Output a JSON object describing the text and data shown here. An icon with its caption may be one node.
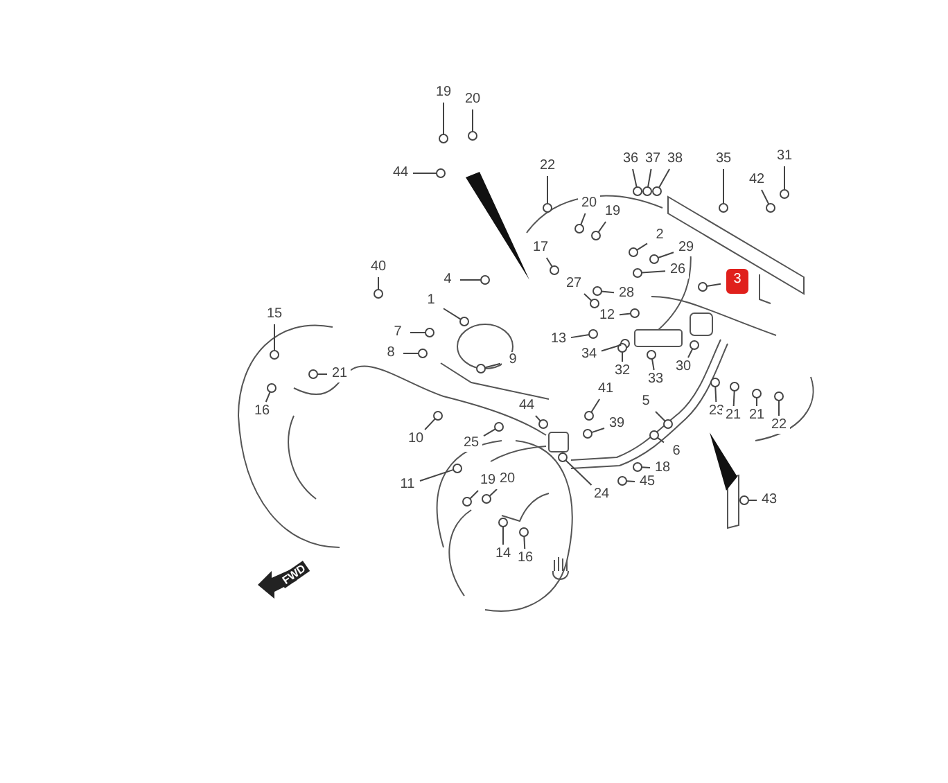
{
  "diagram": {
    "nodes": [
      {
        "text": [
          "19"
        ]
      },
      {
        "text": [
          "20"
        ]
      },
      {
        "text": [
          "44"
        ]
      },
      {
        "text": [
          "22"
        ]
      },
      {
        "text": [
          "36"
        ]
      },
      {
        "text": [
          "37"
        ]
      },
      {
        "text": [
          "38"
        ]
      },
      {
        "text": [
          "35"
        ]
      },
      {
        "text": [
          "31"
        ]
      },
      {
        "text": [
          "42"
        ]
      },
      {
        "text": [
          "20"
        ]
      },
      {
        "text": [
          "19"
        ]
      },
      {
        "text": [
          "2"
        ]
      },
      {
        "text": [
          "29"
        ]
      },
      {
        "text": [
          "40"
        ]
      },
      {
        "text": [
          "17"
        ]
      },
      {
        "text": [
          "26"
        ]
      },
      {
        "text": [
          "4"
        ]
      },
      {
        "text": [
          "27"
        ]
      },
      {
        "text": [
          "28"
        ]
      },
      {
        "text": [
          "3"
        ]
      },
      {
        "text": [
          "1"
        ]
      },
      {
        "text": [
          "12"
        ]
      },
      {
        "text": [
          "13"
        ]
      },
      {
        "text": [
          "7"
        ]
      },
      {
        "text": [
          "15"
        ]
      },
      {
        "text": [
          "21"
        ]
      },
      {
        "text": [
          "8"
        ]
      },
      {
        "text": [
          "9"
        ]
      },
      {
        "text": [
          "34"
        ]
      },
      {
        "text": [
          "32"
        ]
      },
      {
        "text": [
          "33"
        ]
      },
      {
        "text": [
          "30"
        ]
      },
      {
        "text": [
          "41"
        ]
      },
      {
        "text": [
          "16"
        ]
      },
      {
        "text": [
          "23"
        ]
      },
      {
        "text": [
          "21"
        ]
      },
      {
        "text": [
          "21"
        ]
      },
      {
        "text": [
          "22"
        ]
      },
      {
        "text": [
          "5"
        ]
      },
      {
        "text": [
          "44"
        ]
      },
      {
        "text": [
          "25"
        ]
      },
      {
        "text": [
          "39"
        ]
      },
      {
        "text": [
          "10"
        ]
      },
      {
        "text": [
          "6"
        ]
      },
      {
        "text": [
          "18"
        ]
      },
      {
        "text": [
          "11"
        ]
      },
      {
        "text": [
          "19"
        ]
      },
      {
        "text": [
          "20"
        ]
      },
      {
        "text": [
          "24"
        ]
      },
      {
        "text": [
          "45"
        ]
      },
      {
        "text": [
          "43"
        ]
      },
      {
        "text": [
          "14"
        ]
      },
      {
        "text": [
          "16"
        ]
      },
      {
        "text": [],
        "shape": "circle"
      },
      {
        "text": [],
        "shape": "circle"
      },
      {
        "text": [],
        "shape": "circle"
      },
      {
        "text": [],
        "shape": "circle"
      },
      {
        "text": [],
        "shape": "circle"
      },
      {
        "text": [],
        "shape": "circle"
      },
      {
        "text": [],
        "shape": "circle"
      },
      {
        "text": [],
        "shape": "circle"
      },
      {
        "text": [],
        "shape": "circle"
      },
      {
        "text": [],
        "shape": "circle"
      },
      {
        "text": [],
        "shape": "circle"
      },
      {
        "text": [],
        "shape": "circle"
      },
      {
        "text": [],
        "shape": "circle"
      },
      {
        "text": [],
        "shape": "circle"
      },
      {
        "text": [],
        "shape": "circle"
      },
      {
        "text": [],
        "shape": "circle"
      },
      {
        "text": [],
        "shape": "circle"
      },
      {
        "text": [],
        "shape": "circle"
      },
      {
        "text": [],
        "shape": "circle"
      },
      {
        "text": [],
        "shape": "circle"
      },
      {
        "text": [],
        "shape": "circle"
      },
      {
        "text": [],
        "shape": "circle"
      },
      {
        "text": [],
        "shape": "circle"
      },
      {
        "text": [],
        "shape": "circle"
      },
      {
        "text": [],
        "shape": "circle"
      },
      {
        "text": [],
        "shape": "circle"
      },
      {
        "text": [],
        "shape": "circle"
      },
      {
        "text": [],
        "shape": "circle"
      },
      {
        "text": [],
        "shape": "circle"
      },
      {
        "text": [],
        "shape": "circle"
      },
      {
        "text": [],
        "shape": "circle"
      },
      {
        "text": [],
        "shape": "circle"
      },
      {
        "text": [],
        "shape": "circle"
      },
      {
        "text": [],
        "shape": "circle"
      },
      {
        "text": [],
        "shape": "circle"
      },
      {
        "text": [],
        "shape": "circle"
      },
      {
        "text": [],
        "shape": "circle"
      },
      {
        "text": [],
        "shape": "circle"
      },
      {
        "text": [],
        "shape": "circle"
      },
      {
        "text": [],
        "shape": "circle"
      },
      {
        "text": [],
        "shape": "circle"
      },
      {
        "text": [],
        "shape": "circle"
      },
      {
        "text": [],
        "shape": "circle"
      },
      {
        "text": [],
        "shape": "circle"
      },
      {
        "text": [],
        "shape": "circle"
      },
      {
        "text": [],
        "shape": "circle"
      },
      {
        "text": [],
        "shape": "circle"
      },
      {
        "text": [],
        "shape": "circle"
      },
      {
        "text": [],
        "shape": "circle"
      },
      {
        "text": [],
        "shape": "circle"
      },
      {
        "text": [],
        "shape": "circle"
      },
      {
        "text": [],
        "shape": "circle"
      },
      {
        "text": [],
        "shape": "circle"
      },
      {
        "text": [],
        "shape": "circle"
      }
    ],
    "edges": [
      {
        "from": 0,
        "to": 54,
        "arrow": "none"
      },
      {
        "from": 1,
        "to": 55,
        "arrow": "none"
      },
      {
        "from": 2,
        "to": 56,
        "arrow": "none"
      },
      {
        "from": 3,
        "to": 57,
        "arrow": "none"
      },
      {
        "from": 4,
        "to": 58,
        "arrow": "none"
      },
      {
        "from": 5,
        "to": 59,
        "arrow": "none"
      },
      {
        "from": 6,
        "to": 60,
        "arrow": "none"
      },
      {
        "from": 7,
        "to": 61,
        "arrow": "none"
      },
      {
        "from": 8,
        "to": 62,
        "arrow": "none"
      },
      {
        "from": 9,
        "to": 63,
        "arrow": "none"
      },
      {
        "from": 10,
        "to": 64,
        "arrow": "none"
      },
      {
        "from": 11,
        "to": 65,
        "arrow": "none"
      },
      {
        "from": 12,
        "to": 66,
        "arrow": "none"
      },
      {
        "from": 13,
        "to": 67,
        "arrow": "none"
      },
      {
        "from": 14,
        "to": 68,
        "arrow": "none"
      },
      {
        "from": 15,
        "to": 69,
        "arrow": "none"
      },
      {
        "from": 16,
        "to": 70,
        "arrow": "none"
      },
      {
        "from": 17,
        "to": 71,
        "arrow": "none"
      },
      {
        "from": 18,
        "to": 72,
        "arrow": "none"
      },
      {
        "from": 19,
        "to": 73,
        "arrow": "none"
      },
      {
        "from": 20,
        "to": 74,
        "arrow": "none"
      },
      {
        "from": 21,
        "to": 75,
        "arrow": "none"
      },
      {
        "from": 22,
        "to": 76,
        "arrow": "none"
      },
      {
        "from": 23,
        "to": 77,
        "arrow": "none"
      },
      {
        "from": 24,
        "to": 78,
        "arrow": "none"
      },
      {
        "from": 25,
        "to": 79,
        "arrow": "none"
      },
      {
        "from": 26,
        "to": 80,
        "arrow": "none"
      },
      {
        "from": 27,
        "to": 81,
        "arrow": "none"
      },
      {
        "from": 28,
        "to": 82,
        "arrow": "none"
      },
      {
        "from": 29,
        "to": 83,
        "arrow": "none"
      },
      {
        "from": 30,
        "to": 84,
        "arrow": "none"
      },
      {
        "from": 31,
        "to": 85,
        "arrow": "none"
      },
      {
        "from": 32,
        "to": 86,
        "arrow": "none"
      },
      {
        "from": 33,
        "to": 87,
        "arrow": "none"
      },
      {
        "from": 34,
        "to": 88,
        "arrow": "none"
      },
      {
        "from": 35,
        "to": 89,
        "arrow": "none"
      },
      {
        "from": 36,
        "to": 90,
        "arrow": "none"
      },
      {
        "from": 37,
        "to": 91,
        "arrow": "none"
      },
      {
        "from": 38,
        "to": 92,
        "arrow": "none"
      },
      {
        "from": 39,
        "to": 93,
        "arrow": "none"
      },
      {
        "from": 40,
        "to": 94,
        "arrow": "none"
      },
      {
        "from": 41,
        "to": 95,
        "arrow": "none"
      },
      {
        "from": 42,
        "to": 96,
        "arrow": "none"
      },
      {
        "from": 43,
        "to": 97,
        "arrow": "none"
      },
      {
        "from": 44,
        "to": 98,
        "arrow": "none"
      },
      {
        "from": 45,
        "to": 99,
        "arrow": "none"
      },
      {
        "from": 46,
        "to": 100,
        "arrow": "none"
      },
      {
        "from": 47,
        "to": 101,
        "arrow": "none"
      },
      {
        "from": 48,
        "to": 102,
        "arrow": "none"
      },
      {
        "from": 49,
        "to": 103,
        "arrow": "none"
      },
      {
        "from": 50,
        "to": 104,
        "arrow": "none"
      },
      {
        "from": 51,
        "to": 105,
        "arrow": "none"
      },
      {
        "from": 52,
        "to": 106,
        "arrow": "none"
      },
      {
        "from": 53,
        "to": 107,
        "arrow": "none"
      }
    ],
    "labels": [
      "FWD"
    ]
  }
}
